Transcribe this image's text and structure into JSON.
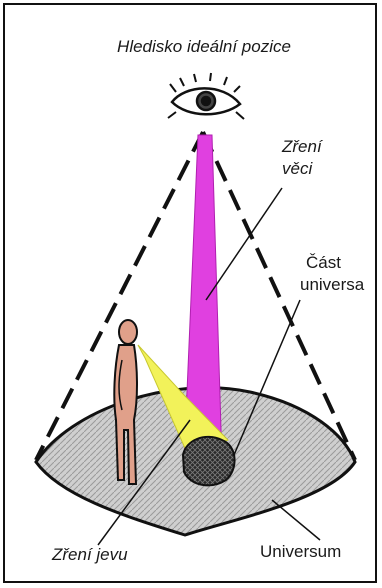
{
  "labels": {
    "ideal_position": "Hledisko ideální pozice",
    "seeing_things_line1": "Zření",
    "seeing_things_line2": "věci",
    "part_universe_line1": "Část",
    "part_universe_line2": "universa",
    "seeing_phenomenon": "Zření jevu",
    "universe": "Universum"
  },
  "colors": {
    "frame": "#111111",
    "magenta_beam": "#e040e0",
    "yellow_beam": "#f2f25a",
    "ground": "#c8c8c8",
    "figure": "#e0a08a"
  },
  "icons": {
    "eye": "eye-icon",
    "figure": "standing-person-icon"
  }
}
